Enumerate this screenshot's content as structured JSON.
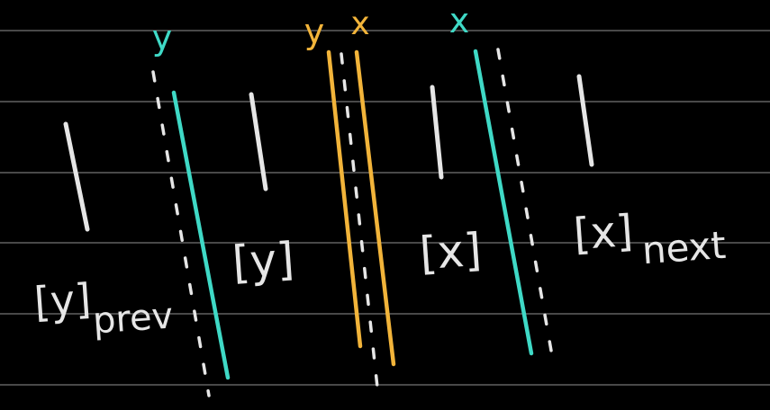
{
  "colors": {
    "background": "#000000",
    "rule": "#8a8a8a",
    "chalk": "#e6e6e6",
    "teal": "#3fd9c6",
    "orange": "#f2b43a"
  },
  "labels": {
    "y_prev": {
      "base": "[y]",
      "sub": "prev"
    },
    "y": "[y]",
    "x": "[x]",
    "x_next": {
      "base": "[x]",
      "sub": "next"
    }
  },
  "markers": {
    "teal_left": "y",
    "orange_left": "y",
    "orange_right": "x",
    "teal_right": "x"
  }
}
